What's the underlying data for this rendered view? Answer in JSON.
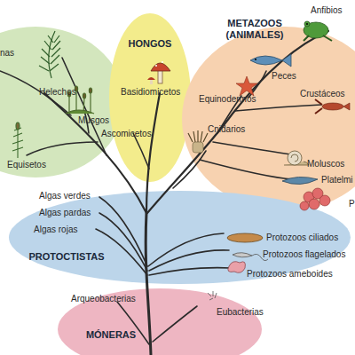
{
  "diagram": {
    "nodes": [
      {
        "text": [
          "HONGOS"
        ]
      },
      {
        "text": [
          "METAZOOS (ANIMALES)"
        ]
      },
      {
        "text": [
          "PROTOCTISTAS"
        ]
      },
      {
        "text": [
          "MÓNERAS"
        ]
      }
    ],
    "labels": [
      "nas",
      "Helechos",
      "Musgos",
      "Equisetos",
      "Basidiomicetos",
      "Ascomicetos",
      "Anfibios",
      "Peces",
      "Equinodermos",
      "Crustáceos",
      "Cnidarios",
      "Moluscos",
      "Platelmi",
      "P",
      "Algas verdes",
      "Algas pardas",
      "Algas rojas",
      "Protozoos ciliados",
      "Protozoos flagelados",
      "Protozoos ameboides",
      "Arqueobacterias",
      "Eubacterias"
    ]
  }
}
